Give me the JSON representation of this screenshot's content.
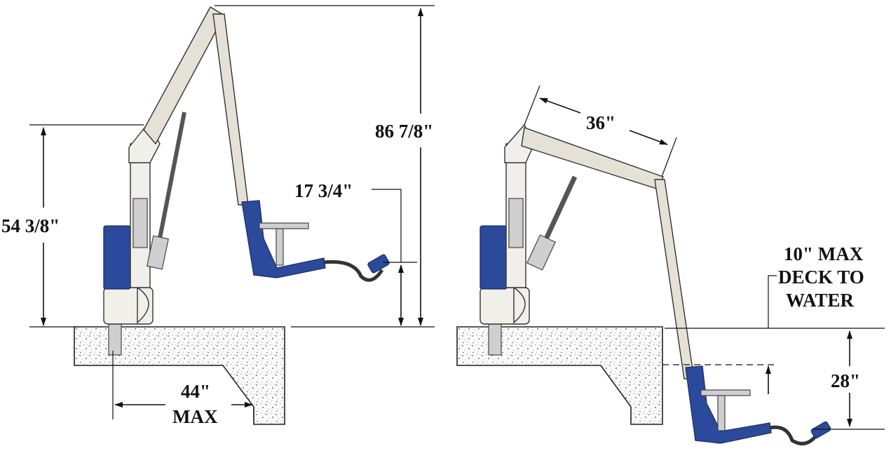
{
  "left_view": {
    "dim_overall_height": "86 7/8\"",
    "dim_pivot_height": "54 3/8\"",
    "dim_seat_height": "17 3/4\"",
    "dim_reach_value": "44\"",
    "dim_reach_note": "MAX"
  },
  "right_view": {
    "dim_arm_length": "36\"",
    "deck_note_line1": "10\" MAX",
    "deck_note_line2": "DECK TO",
    "deck_note_line3": "WATER",
    "dim_depth": "28\""
  },
  "colors": {
    "seat_blue": "#2c4a9c",
    "arm_beige": "#e6e1d6",
    "ink": "#111111"
  }
}
